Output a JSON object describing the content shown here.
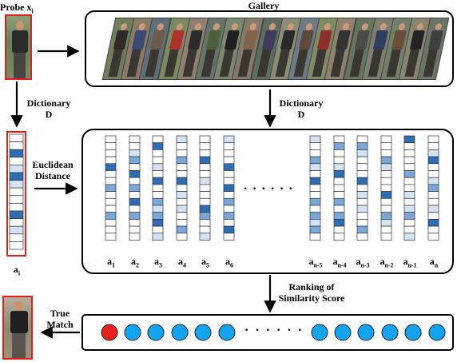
{
  "probe": {
    "title": "Probe x",
    "subscript": "i"
  },
  "gallery": {
    "title": "Gallery"
  },
  "dictionary_left": {
    "line1": "Dictionary",
    "line2": "D"
  },
  "dictionary_center": {
    "line1": "Dictionary",
    "line2": "D"
  },
  "euclidean": {
    "line1": "Euclidean",
    "line2": "Distance"
  },
  "code_label": {
    "base": "a",
    "sub": "i"
  },
  "ranking": {
    "line1": "Ranking of",
    "line2": "Similarity Score"
  },
  "true_match": {
    "line1": "True",
    "line2": "Match"
  },
  "ellipsis_codes": "· · · · · ·",
  "ellipsis_scores": "· · · · · ·",
  "colors": {
    "dark_blue": "#2e6db3",
    "mid_blue": "#7aa7d8",
    "light_blue": "#d3e3f4",
    "white": "#ffffff",
    "match_red": "#e8201e",
    "score_blue": "#14a3ee",
    "frame_red": "#e0201c"
  },
  "column_labels": [
    {
      "base": "a",
      "sub": "1"
    },
    {
      "base": "a",
      "sub": "2"
    },
    {
      "base": "a",
      "sub": "3"
    },
    {
      "base": "a",
      "sub": "4"
    },
    {
      "base": "a",
      "sub": "5"
    },
    {
      "base": "a",
      "sub": "6"
    },
    {
      "base": "a",
      "sub": "n-5"
    },
    {
      "base": "a",
      "sub": "n-4"
    },
    {
      "base": "a",
      "sub": "n-3"
    },
    {
      "base": "a",
      "sub": "n-2"
    },
    {
      "base": "a",
      "sub": "n-1"
    },
    {
      "base": "a",
      "sub": "n"
    }
  ],
  "probe_code": [
    0,
    0,
    2,
    0,
    1,
    2,
    1,
    0,
    0,
    0,
    2,
    0,
    1,
    0,
    0
  ],
  "codes": [
    [
      0,
      0,
      0,
      0,
      2,
      0,
      0,
      1,
      0,
      0,
      0,
      1,
      0,
      0,
      0
    ],
    [
      0,
      0,
      1,
      1,
      0,
      2,
      0,
      1,
      0,
      2,
      0,
      1,
      0,
      0,
      0
    ],
    [
      0,
      2,
      0,
      0,
      1,
      0,
      2,
      0,
      0,
      1,
      1,
      1,
      2,
      0,
      1
    ],
    [
      1,
      0,
      0,
      1,
      0,
      0,
      2,
      0,
      1,
      0,
      1,
      0,
      0,
      1,
      0
    ],
    [
      0,
      0,
      0,
      2,
      0,
      0,
      1,
      0,
      0,
      0,
      2,
      1,
      0,
      0,
      1
    ],
    [
      1,
      0,
      0,
      0,
      2,
      0,
      0,
      2,
      0,
      1,
      0,
      1,
      0,
      2,
      0
    ],
    [
      1,
      0,
      0,
      1,
      1,
      0,
      2,
      0,
      0,
      1,
      0,
      1,
      1,
      1,
      0
    ],
    [
      0,
      1,
      0,
      0,
      1,
      2,
      0,
      0,
      0,
      1,
      0,
      1,
      2,
      0,
      0
    ],
    [
      0,
      1,
      1,
      0,
      0,
      0,
      2,
      0,
      1,
      0,
      1,
      0,
      0,
      1,
      0
    ],
    [
      0,
      0,
      0,
      1,
      1,
      0,
      0,
      0,
      2,
      0,
      0,
      1,
      1,
      0,
      0
    ],
    [
      2,
      0,
      0,
      0,
      0,
      1,
      0,
      0,
      1,
      0,
      1,
      1,
      0,
      0,
      1
    ],
    [
      0,
      0,
      1,
      2,
      0,
      0,
      1,
      1,
      0,
      0,
      1,
      0,
      2,
      0,
      0
    ]
  ],
  "scores": [
    "match",
    "other",
    "other",
    "other",
    "other",
    "other",
    "other",
    "other",
    "other",
    "other",
    "other",
    "other",
    "other",
    "other",
    "other"
  ]
}
